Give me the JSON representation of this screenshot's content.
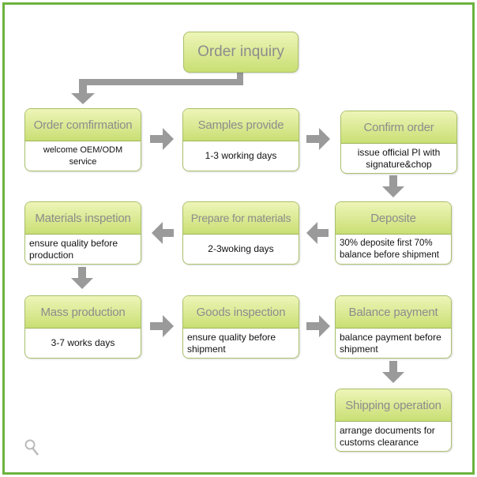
{
  "start": {
    "title": "Order inquiry"
  },
  "steps": [
    {
      "title": "Order comfirmation",
      "detail": "welcome OEM/ODM service"
    },
    {
      "title": "Samples provide",
      "detail": "1-3 working days"
    },
    {
      "title": "Confirm order",
      "detail": "issue official PI with signature&chop"
    },
    {
      "title": "Deposite",
      "detail": "30% deposite first 70% balance before shipment"
    },
    {
      "title": "Prepare for materials",
      "detail": "2-3woking days"
    },
    {
      "title": "Materials inspetion",
      "detail": "ensure quality before production"
    },
    {
      "title": "Mass production",
      "detail": "3-7 works days"
    },
    {
      "title": "Goods inspection",
      "detail": "ensure quality before shipment"
    },
    {
      "title": "Balance payment",
      "detail": "balance payment before shipment"
    },
    {
      "title": "Shipping operation",
      "detail": "arrange documents for customs clearance"
    }
  ],
  "colors": {
    "frame": "#6cb33e",
    "header_top": "#eef5b8",
    "header_bottom": "#c9df74",
    "arrow": "#9a9a9a"
  }
}
